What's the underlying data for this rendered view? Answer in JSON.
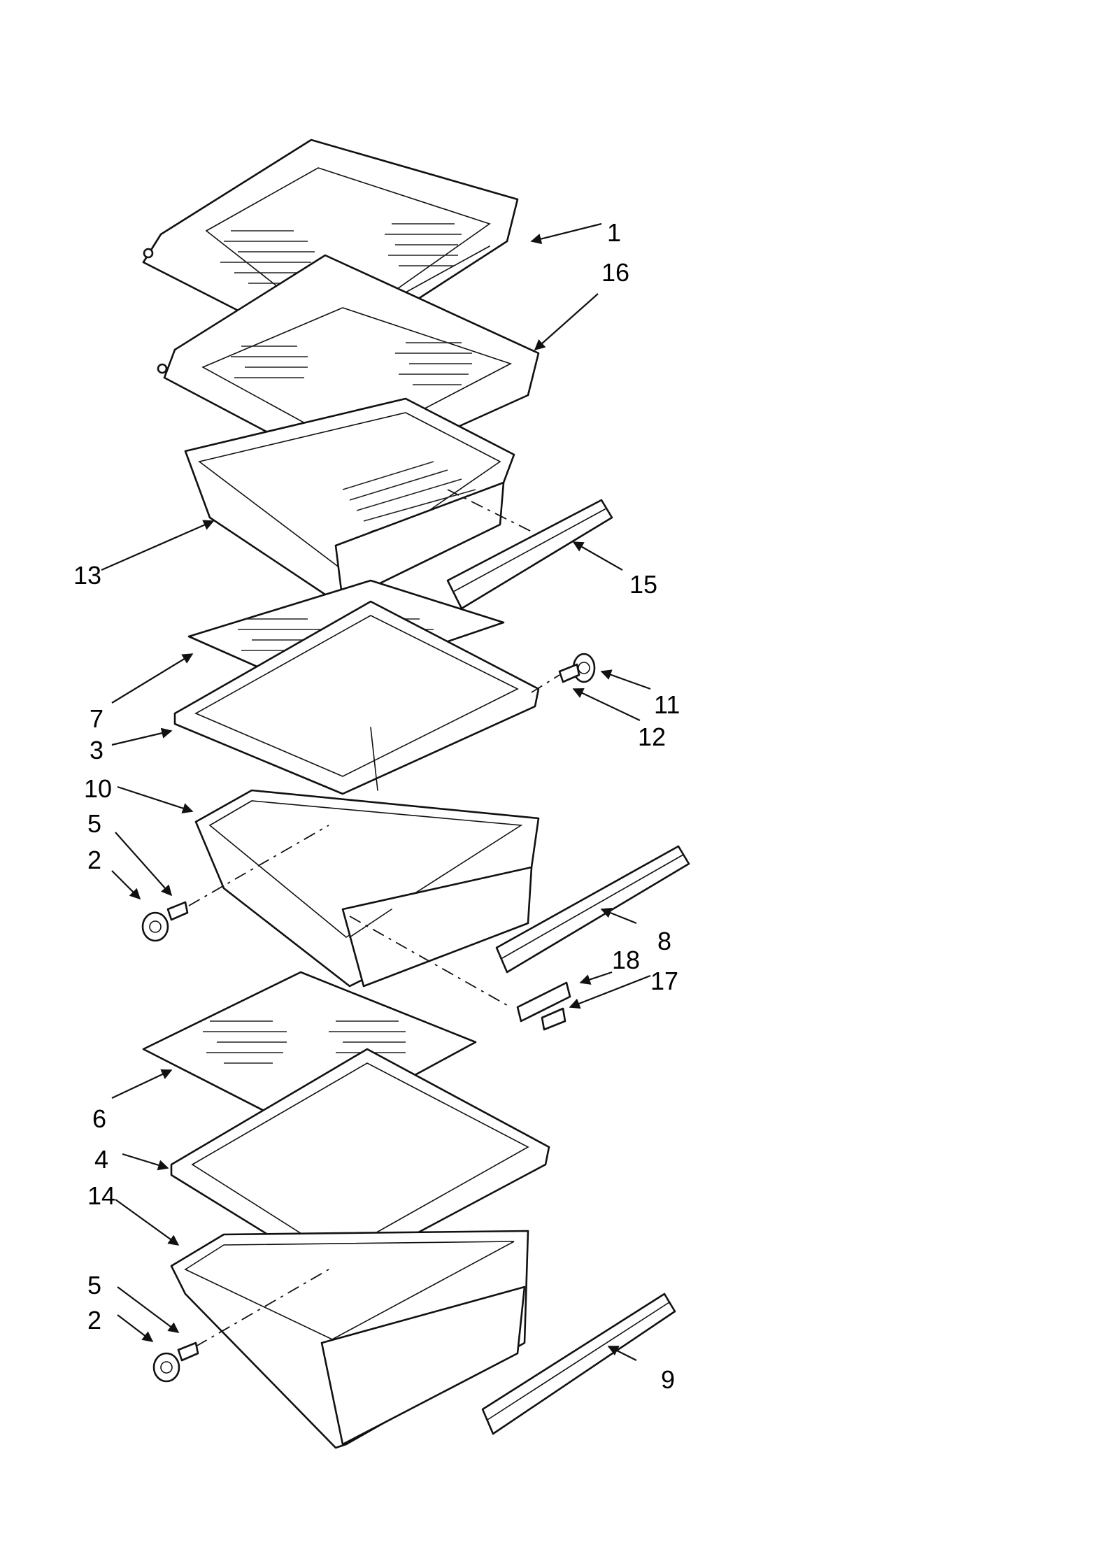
{
  "callouts": [
    {
      "label": "1"
    },
    {
      "label": "16"
    },
    {
      "label": "13"
    },
    {
      "label": "15"
    },
    {
      "label": "7"
    },
    {
      "label": "11"
    },
    {
      "label": "12"
    },
    {
      "label": "3"
    },
    {
      "label": "10"
    },
    {
      "label": "5"
    },
    {
      "label": "2"
    },
    {
      "label": "8"
    },
    {
      "label": "18"
    },
    {
      "label": "17"
    },
    {
      "label": "6"
    },
    {
      "label": "4"
    },
    {
      "label": "14"
    },
    {
      "label": "5"
    },
    {
      "label": "2"
    },
    {
      "label": "9"
    }
  ],
  "colors": {
    "ink": "#111111",
    "paper": "#ffffff"
  }
}
